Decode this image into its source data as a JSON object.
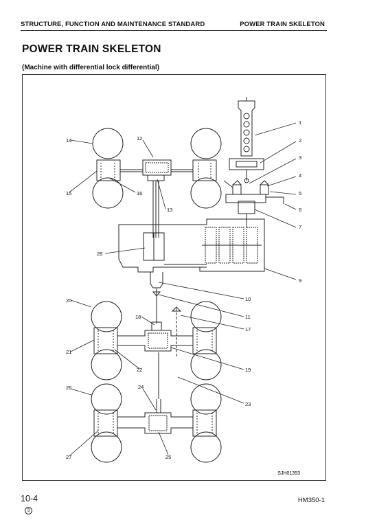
{
  "header": {
    "section": "STRUCTURE, FUNCTION AND MAINTENANCE STANDARD",
    "topic": "POWER TRAIN SKELETON"
  },
  "title": "POWER TRAIN SKELETON",
  "subtitle": "(Machine with differential lock differential)",
  "figure": {
    "code": "SJH01353",
    "callouts": [
      "1",
      "2",
      "3",
      "4",
      "5",
      "6",
      "7",
      "9",
      "10",
      "11",
      "12",
      "13",
      "14",
      "15",
      "16",
      "17",
      "18",
      "19",
      "20",
      "21",
      "22",
      "23",
      "24",
      "25",
      "26",
      "27",
      "28"
    ]
  },
  "footer": {
    "page": "10-4",
    "revision": "3",
    "model": "HM350-1"
  }
}
